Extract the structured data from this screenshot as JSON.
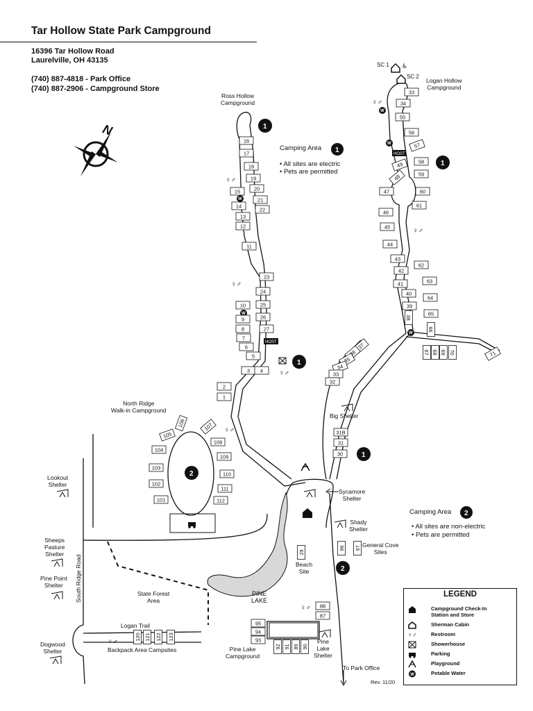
{
  "header": {
    "title": "Tar Hollow State Park Campground",
    "address_line1": "16396 Tar Hollow Road",
    "address_line2": "Laurelville, OH 43135",
    "phone_office": "(740) 887-4818 - Park Office",
    "phone_store": "(740) 887-2906 - Campground Store"
  },
  "compass": {
    "label": "N"
  },
  "area1": {
    "heading": "Camping Area",
    "number": "1",
    "bullets": [
      "• All sites are electric",
      "• Pets are permitted"
    ]
  },
  "area2": {
    "heading": "Camping Area",
    "number": "2",
    "bullets": [
      "• All sites are non-electric",
      "• Pets are permitted"
    ]
  },
  "labels": {
    "ross_hollow": "Ross Hollow\nCampground",
    "logan_hollow": "Logan Hollow\nCampground",
    "north_ridge": "North Ridge\nWalk-in Campground",
    "lookout": "Lookout\nShelter",
    "sheeps": "Sheeps\nPasture\nShelter",
    "pine_point": "Pine Point\nShelter",
    "dogwood": "Dogwood\nShelter",
    "big_shelter": "Big Shelter",
    "sycamore": "Sycamore\nShelter",
    "shady": "Shady\nShelter",
    "general_cove": "General Cove\nSites",
    "beach_site": "Beach\nSite",
    "state_forest": "State Forest\nArea",
    "south_ridge": "South Ridge Road",
    "logan_trail": "Logan Trail",
    "backpack": "Backpack Area Campsites",
    "pine_lake": "PINE\nLAKE",
    "pine_lake_cg": "Pine Lake\nCampground",
    "pine_lake_shelter": "Pine\nLake\nShelter",
    "to_park_office": "To Park Office",
    "sc1": "SC 1",
    "sc2": "SC 2",
    "host": "HOST",
    "water": "W",
    "rev": "Rev. 11/20"
  },
  "markers": {
    "one": "1",
    "two": "2"
  },
  "sites": {
    "ross": [
      "16",
      "17",
      "18",
      "19",
      "20",
      "15",
      "21",
      "14",
      "22",
      "13",
      "12",
      "11",
      "23",
      "24",
      "25",
      "10",
      "26",
      "9",
      "8",
      "27",
      "7",
      "6",
      "5",
      "3",
      "4",
      "2",
      "1"
    ],
    "logan": [
      "33",
      "34",
      "55",
      "56",
      "57",
      "49",
      "58",
      "48",
      "59",
      "47",
      "60",
      "46",
      "61",
      "45",
      "44",
      "43",
      "62",
      "42",
      "63",
      "41",
      "40",
      "64",
      "39",
      "65",
      "38",
      "66",
      "67",
      "68",
      "69",
      "70",
      "71"
    ],
    "sycamore_loop": [
      "37",
      "36",
      "35",
      "34",
      "33",
      "32",
      "31B",
      "31",
      "30"
    ],
    "north_ridge": [
      "106",
      "107",
      "105",
      "108",
      "104",
      "109",
      "103",
      "110",
      "102",
      "111",
      "101",
      "112"
    ],
    "general_cove": [
      "96",
      "97"
    ],
    "beach": [
      "29"
    ],
    "pine_lake": [
      "95",
      "94",
      "93",
      "92",
      "91",
      "89",
      "90",
      "88",
      "87"
    ],
    "backpack": [
      "120",
      "121",
      "122",
      "123"
    ]
  },
  "legend": {
    "title": "LEGEND",
    "items": [
      {
        "icon": "checkin-icon",
        "label": "Campground Check-In\nStation and Store"
      },
      {
        "icon": "cabin-icon",
        "label": "Sherman Cabin"
      },
      {
        "icon": "restroom-icon",
        "label": "Restroom"
      },
      {
        "icon": "showerhouse-icon",
        "label": "Showerhouse"
      },
      {
        "icon": "parking-icon",
        "label": "Parking"
      },
      {
        "icon": "playground-icon",
        "label": "Playground"
      },
      {
        "icon": "water-icon",
        "label": "Potable Water"
      }
    ]
  },
  "colors": {
    "lake": "#d8d8d8",
    "ink": "#111111",
    "marker": "#111111"
  }
}
